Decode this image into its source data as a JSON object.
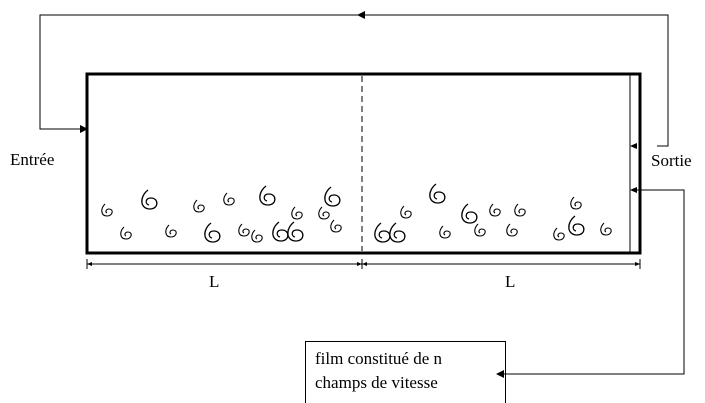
{
  "labels": {
    "entree": "Entrée",
    "sortie": "Sortie",
    "length_left": "L",
    "length_right": "L",
    "film_line1": "film constitué de n",
    "film_line2": "champs de vitesse"
  },
  "colors": {
    "stroke": "#000000",
    "background": "#ffffff"
  },
  "icons": [
    "eddy-icon",
    "arrow-icon"
  ]
}
